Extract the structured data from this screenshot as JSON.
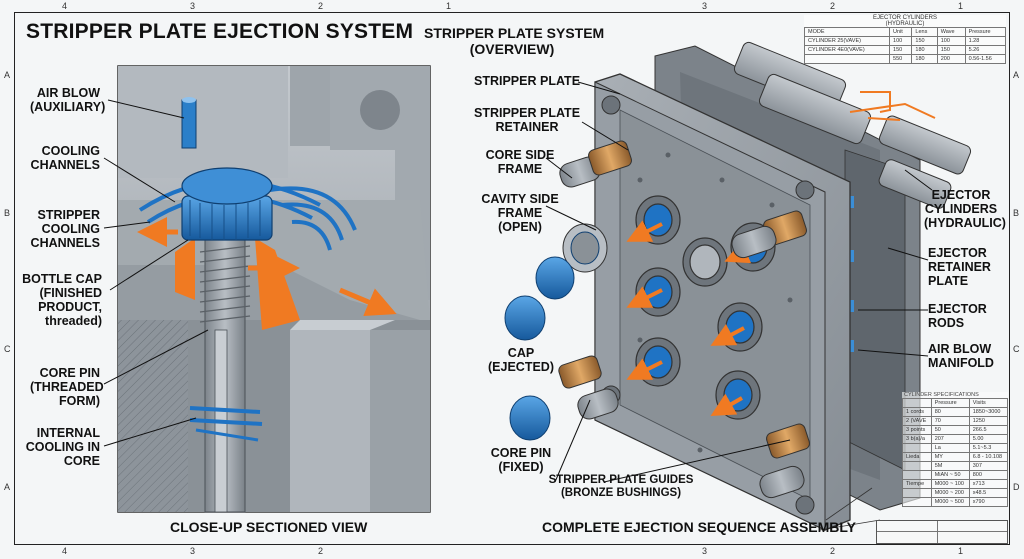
{
  "left_panel": {
    "title": "STRIPPER PLATE EJECTION SYSTEM",
    "caption": "CLOSE-UP SECTIONED VIEW",
    "labels": {
      "air_blow": [
        "AIR BLOW",
        "(AUXILIARY)"
      ],
      "cooling_channels": [
        "COOLING",
        "CHANNELS"
      ],
      "stripper_cooling": [
        "STRIPPER",
        "COOLING",
        "CHANNELS"
      ],
      "bottle_cap": [
        "BOTTLE CAP",
        "(FINISHED",
        "PRODUCT,",
        "threaded)"
      ],
      "core_pin": [
        "CORE PIN",
        "(THREADED",
        "FORM)"
      ],
      "internal_cooling": [
        "INTERNAL",
        "COOLING IN",
        "CORE"
      ]
    }
  },
  "right_panel": {
    "title": [
      "STRIPPER PLATE SYSTEM",
      "(OVERVIEW)"
    ],
    "caption": "COMPLETE EJECTION SEQUENCE ASSEMBLY",
    "labels": {
      "stripper_plate": [
        "STRIPPER PLATE"
      ],
      "stripper_plate_retainer": [
        "STRIPPER PLATE",
        "RETAINER"
      ],
      "core_side_frame": [
        "CORE SIDE",
        "FRAME"
      ],
      "cavity_side_frame": [
        "CAVITY SIDE",
        "FRAME",
        "(OPEN)"
      ],
      "cap_ejected": [
        "CAP",
        "(EJECTED)"
      ],
      "core_pin_fixed": [
        "CORE PIN",
        "(FIXED)"
      ],
      "guides": [
        "STRIPPER PLATE GUIDES",
        "(BRONZE BUSHINGS)"
      ],
      "ejector_cylinders": [
        "EJECTOR",
        "CYLINDERS",
        "(HYDRAULIC)"
      ],
      "ejector_retainer_plate": [
        "EJECTOR",
        "RETAINER",
        "PLATE"
      ],
      "ejector_rods": [
        "EJECTOR",
        "RODS"
      ],
      "air_blow_manifold": [
        "AIR BLOW",
        "MANIFOLD"
      ]
    }
  },
  "frame": {
    "top_zones": [
      "4",
      "3",
      "2",
      "1",
      "3",
      "2",
      "1"
    ],
    "bottom_zones": [
      "4",
      "3",
      "2",
      "3",
      "2",
      "1"
    ],
    "side_zones": [
      "A",
      "B",
      "C",
      "D",
      "A"
    ]
  },
  "table_top": {
    "title": [
      "EJECTOR CYLINDERS",
      "(HYDRAULIC)"
    ],
    "headers": [
      "MODE",
      "Unit",
      "Lens",
      "Wave",
      "Pressure"
    ],
    "rows": [
      [
        "CYLINDER 25(VAVE)",
        "100",
        "150",
        "100",
        "1.28"
      ],
      [
        "CYLINDER 4E0(VAVE)",
        "150",
        "180",
        "150",
        "5.26"
      ],
      [
        "",
        "550",
        "180",
        "200",
        "0.56-1.56"
      ]
    ]
  },
  "table_bottom": {
    "title": "CYLINDER SPECIFICATIONS",
    "headers": [
      "",
      "Pressure",
      "Visits"
    ],
    "rows": [
      [
        "1 cords",
        "80",
        "1850~3000"
      ],
      [
        "2 (VAVE",
        "70",
        "1250"
      ],
      [
        "3 points",
        "50",
        "266.5"
      ],
      [
        "3 b(a)/a",
        "207",
        "5.00"
      ],
      [
        "",
        "La",
        "5.1~5.3"
      ],
      [
        "Lieda",
        "MY",
        "6.8 - 10.108"
      ],
      [
        "",
        "5M",
        "307"
      ],
      [
        "",
        "MiAN ~ 50",
        "800"
      ],
      [
        "Tiempe",
        "M000 ~ 100",
        "x713"
      ],
      [
        "",
        "M000 ~ 200",
        "x48.5"
      ],
      [
        "",
        "M000 ~ 500",
        "x790"
      ]
    ]
  },
  "colors": {
    "steel": "#9aa1a8",
    "steel_dark": "#5d646b",
    "cap_blue": "#1f73c4",
    "arrow_orange": "#f07a22",
    "bronze": "#c98a4a"
  }
}
